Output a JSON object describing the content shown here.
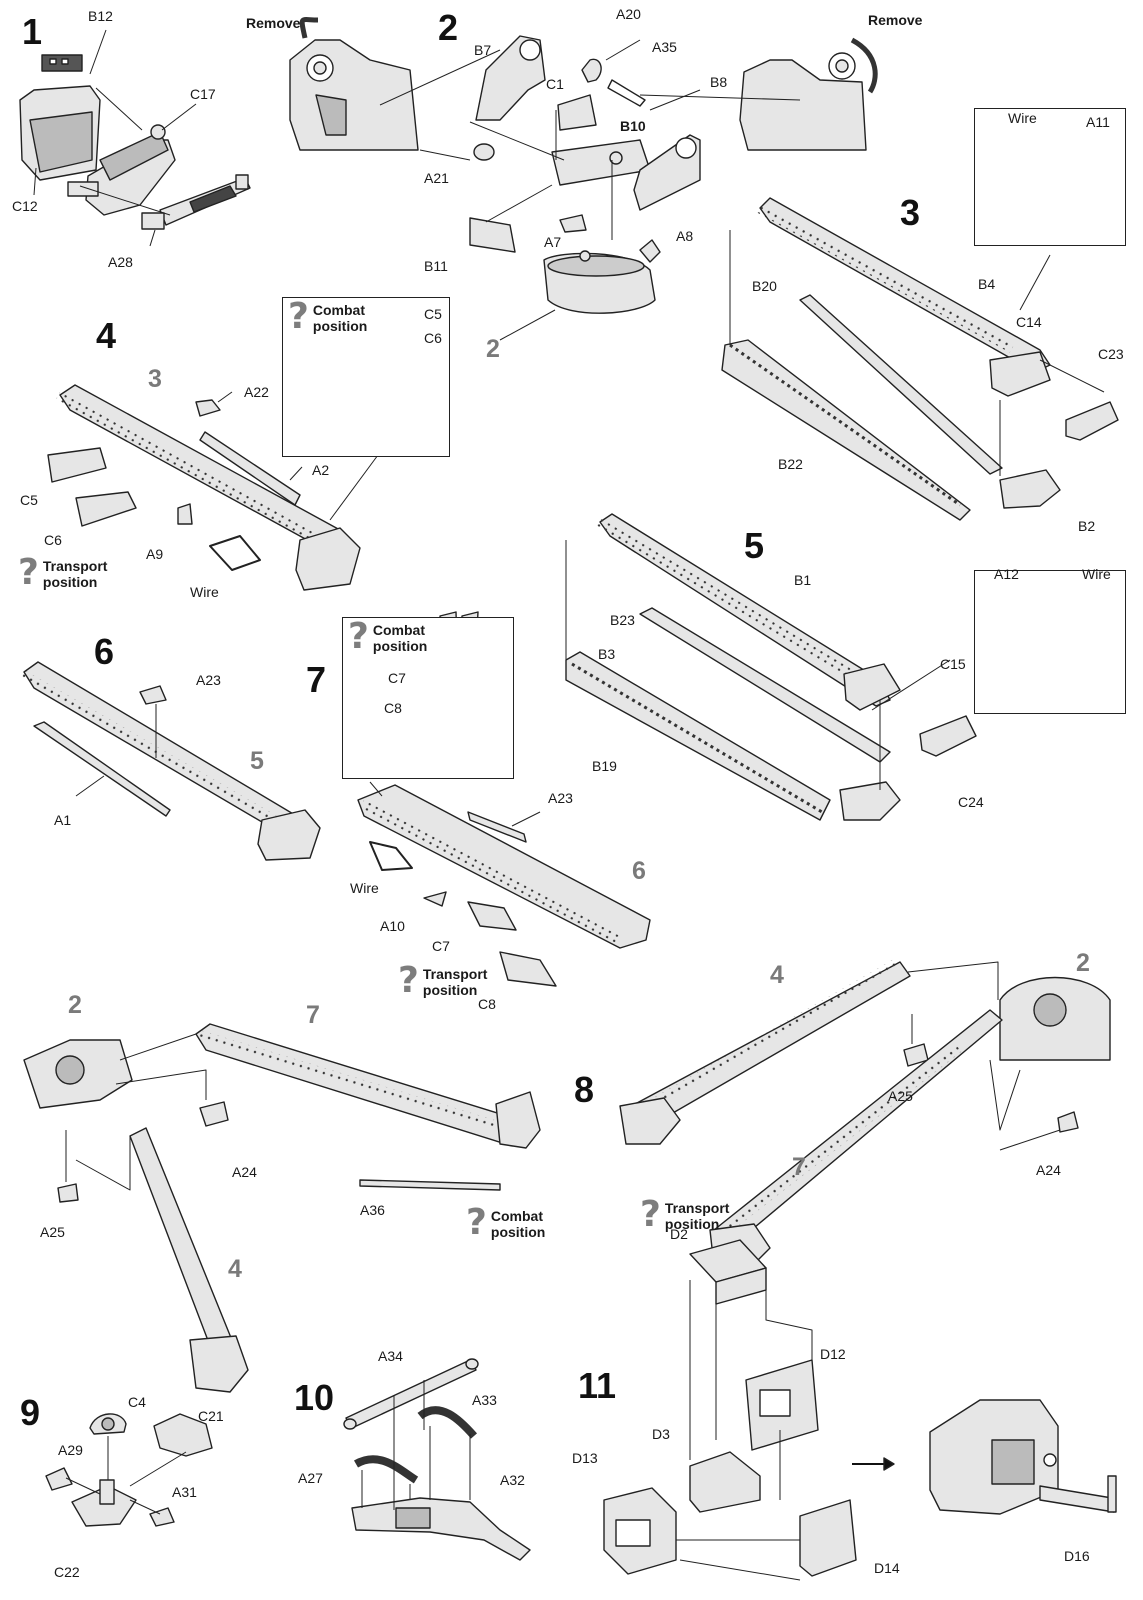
{
  "steps": [
    {
      "number": "1",
      "parts": [
        "B12",
        "C17",
        "C12",
        "A28"
      ]
    },
    {
      "number": "2",
      "parts": [
        "Remove",
        "A20",
        "B7",
        "A35",
        "C1",
        "B8",
        "B10",
        "A21",
        "A7",
        "A8",
        "B11",
        "Remove"
      ],
      "ref": "2"
    },
    {
      "number": "3",
      "parts": [
        "Wire",
        "A11",
        "B4",
        "B20",
        "C14",
        "C23",
        "B22",
        "B2"
      ]
    },
    {
      "number": "4",
      "parts": [
        "A22",
        "C5",
        "C6",
        "A2",
        "C5",
        "C6",
        "A9",
        "Wire"
      ],
      "ref": "3",
      "inset": {
        "note": "Combat position"
      },
      "note": "Transport position"
    },
    {
      "number": "5",
      "parts": [
        "B1",
        "B23",
        "B3",
        "C15",
        "B19",
        "C24",
        "A12",
        "Wire"
      ]
    },
    {
      "number": "6",
      "parts": [
        "A23",
        "A1"
      ],
      "ref": "5"
    },
    {
      "number": "7",
      "parts": [
        "C7",
        "C8",
        "A23",
        "Wire",
        "A10",
        "C7",
        "C8"
      ],
      "ref": "6",
      "inset": {
        "note": "Combat position"
      },
      "note": "Transport position"
    },
    {
      "number": "8",
      "parts": [
        "A24",
        "A25",
        "A36",
        "A25",
        "A24"
      ],
      "refs": [
        "2",
        "7",
        "4",
        "4",
        "2",
        "7"
      ],
      "notes": [
        "Combat position",
        "Transport position"
      ]
    },
    {
      "number": "9",
      "parts": [
        "C4",
        "C21",
        "A29",
        "A31",
        "C22"
      ]
    },
    {
      "number": "10",
      "parts": [
        "A34",
        "A33",
        "A27",
        "A32"
      ]
    },
    {
      "number": "11",
      "parts": [
        "D2",
        "D12",
        "D3",
        "D13",
        "D14",
        "D16"
      ]
    }
  ],
  "question_mark": "?",
  "colors": {
    "line": "#222222",
    "part_fill": "#e6e6e6",
    "part_dark": "#555555",
    "step_ref": "#7a7a7a"
  }
}
